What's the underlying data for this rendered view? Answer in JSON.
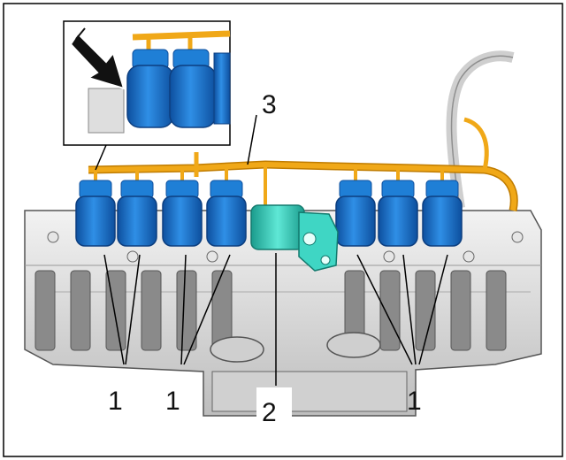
{
  "callouts": {
    "label_1_left": "1",
    "label_1_middle": "1",
    "label_1_right": "1",
    "label_2": "2",
    "label_3": "3"
  },
  "colors": {
    "connector_blue": "#1f7fd6",
    "connector_blue_dark": "#0d4f9e",
    "sensor_teal": "#3fd6c4",
    "sensor_teal_dark": "#1a9b8c",
    "harness_orange": "#f0a818",
    "harness_orange_dark": "#c07c00",
    "engine_gray": "#d9d9d9",
    "engine_dark": "#7a7a7a",
    "frame": "#000000"
  },
  "icons": {
    "arrow": "press-arrow-icon"
  }
}
